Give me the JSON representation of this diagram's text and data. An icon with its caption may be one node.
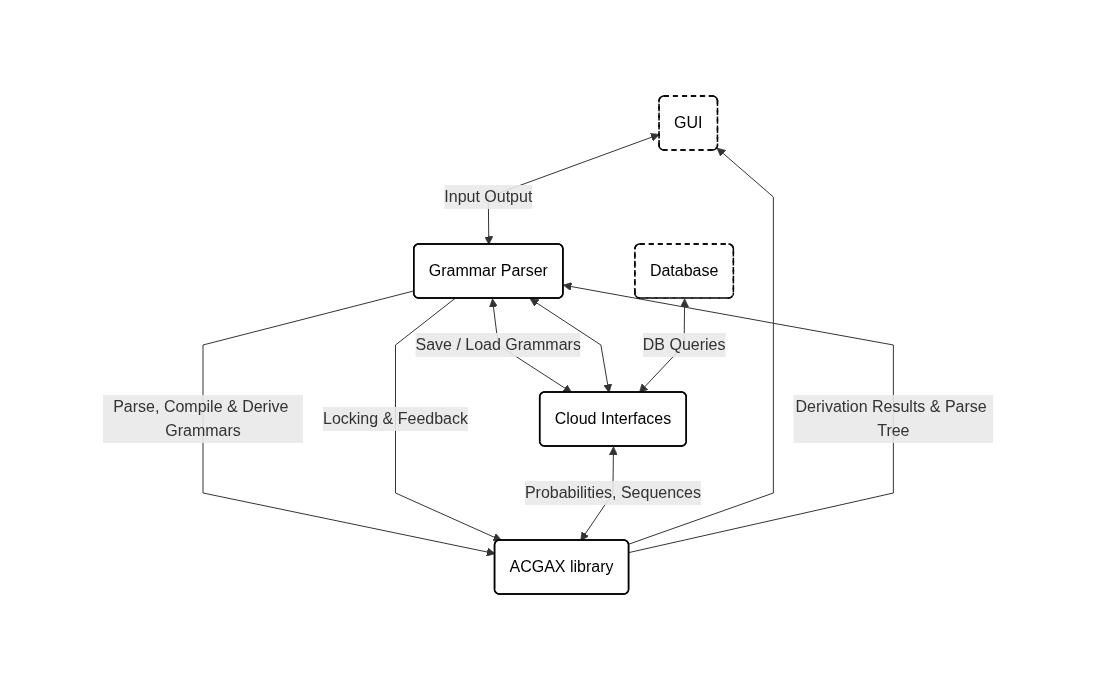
{
  "diagram": {
    "nodes": [
      {
        "text": [
          "GUI"
        ]
      },
      {
        "text": [
          "Grammar Parser"
        ]
      },
      {
        "text": [
          "ACGAX library"
        ]
      },
      {
        "text": [
          "Database"
        ]
      },
      {
        "text": [
          "Cloud Interfaces"
        ]
      }
    ],
    "edges": [
      {
        "from": 2,
        "to": 0,
        "arrow": "to"
      },
      {
        "from": 2,
        "to": 1,
        "arrow": "to",
        "label": "Derivation Results & Parse Tree"
      },
      {
        "from": 0,
        "to": 1,
        "arrow": "both",
        "label": "Input Output"
      },
      {
        "from": 1,
        "to": 2,
        "arrow": "to",
        "label": "Parse, Compile & Derive Grammars"
      },
      {
        "from": 1,
        "to": 4,
        "arrow": "both",
        "label": "Save / Load Grammars"
      },
      {
        "from": 1,
        "to": 4,
        "arrow": "both"
      },
      {
        "from": 1,
        "to": 2,
        "arrow": "to",
        "label": "Locking & Feedback"
      },
      {
        "from": 3,
        "to": 4,
        "arrow": "both",
        "label": "DB Queries"
      },
      {
        "from": 4,
        "to": 2,
        "arrow": "both",
        "label": "Probabilities, Sequences"
      }
    ]
  }
}
